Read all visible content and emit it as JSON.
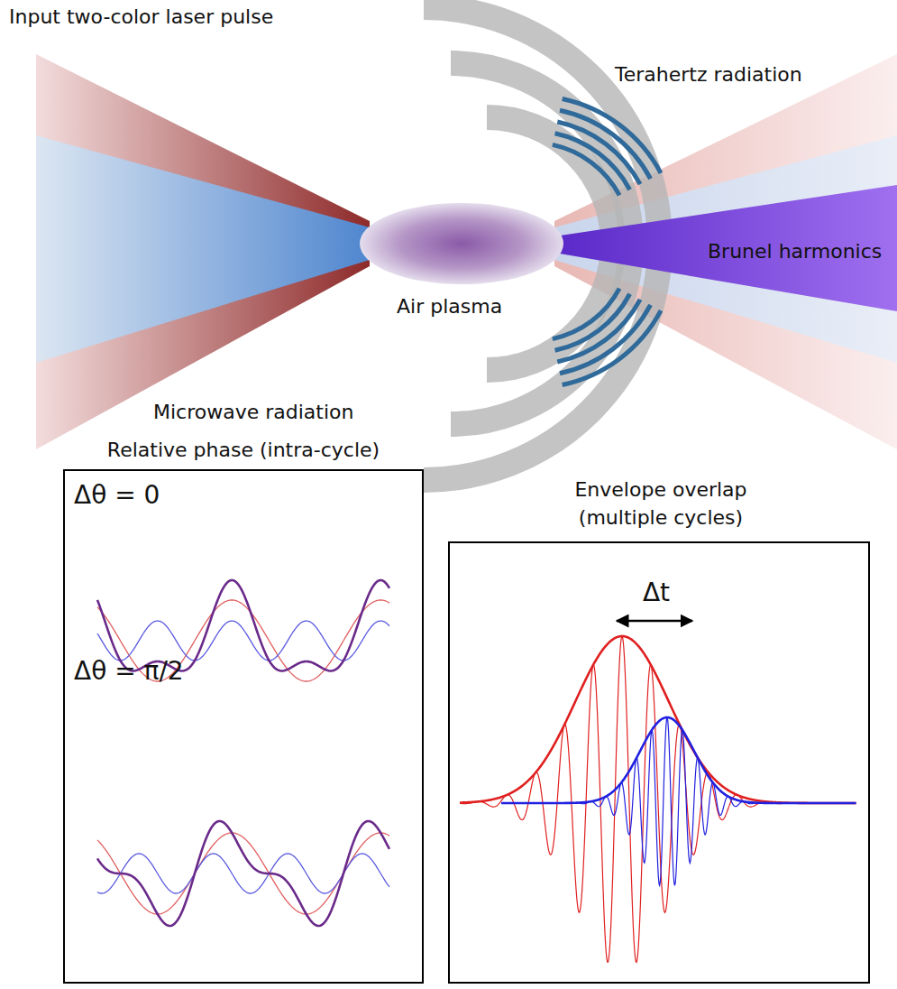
{
  "diagram": {
    "nodes": [
      {
        "text": [
          "Relative phase (intra-cycle)",
          "Δθ = 0",
          "Δθ = π/2"
        ]
      },
      {
        "text": [
          "Envelope overlap (multiple cycles)",
          "Δt"
        ]
      }
    ],
    "labels": [
      "Input two-color laser pulse",
      "Terahertz radiation",
      "Brunel harmonics",
      "Air plasma",
      "Microwave radiation"
    ]
  }
}
